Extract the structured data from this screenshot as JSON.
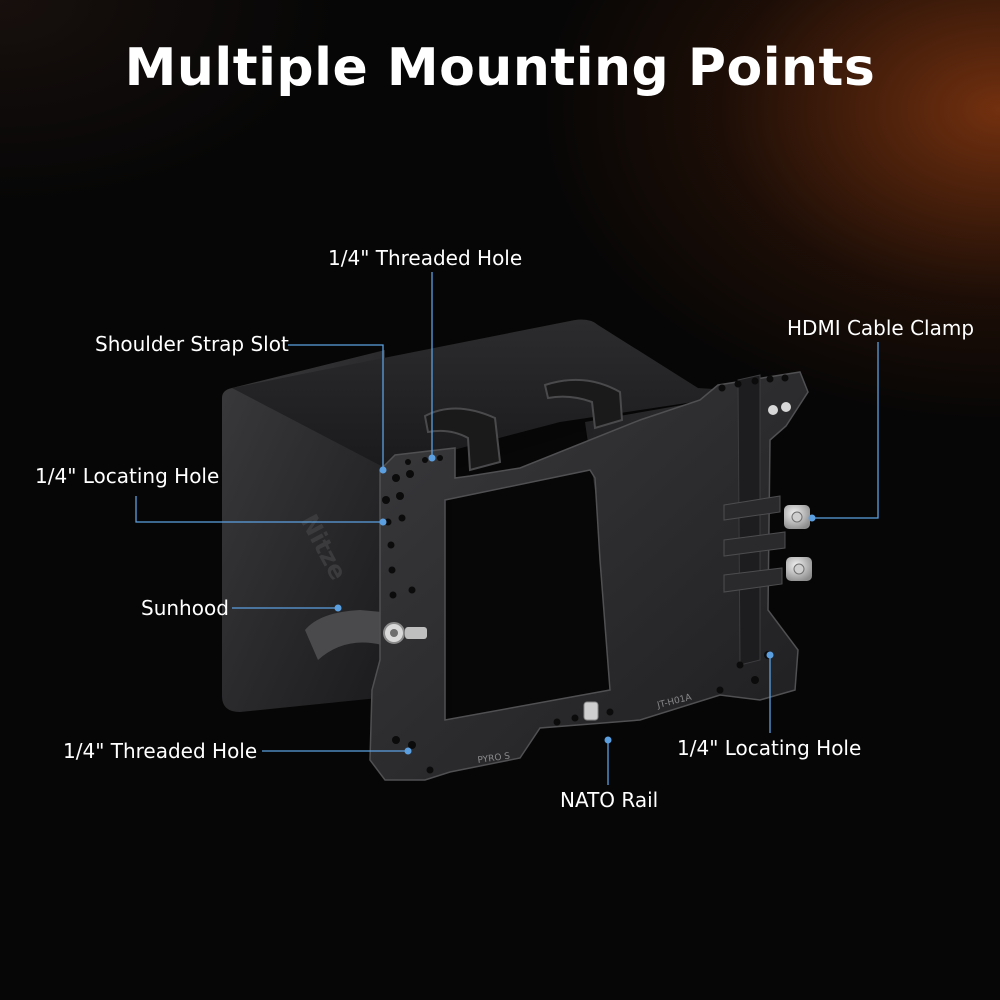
{
  "title": "Multiple Mounting Points",
  "product": {
    "brand_mark": "Nitze",
    "model_text": "JT-H01A",
    "engraving": "PYRO S"
  },
  "callouts": {
    "threaded_hole_top": "1/4\" Threaded Hole",
    "shoulder_strap_slot": "Shoulder Strap Slot",
    "hdmi_cable_clamp": "HDMI Cable Clamp",
    "locating_hole_left": "1/4\" Locating Hole",
    "sunhood": "Sunhood",
    "threaded_hole_bottom": "1/4\" Threaded Hole",
    "locating_hole_right": "1/4\" Locating Hole",
    "nato_rail": "NATO Rail"
  },
  "colors": {
    "leader_line": "#5b9fe0",
    "label_text": "#ffffff",
    "accent_glow": "#963e12"
  }
}
